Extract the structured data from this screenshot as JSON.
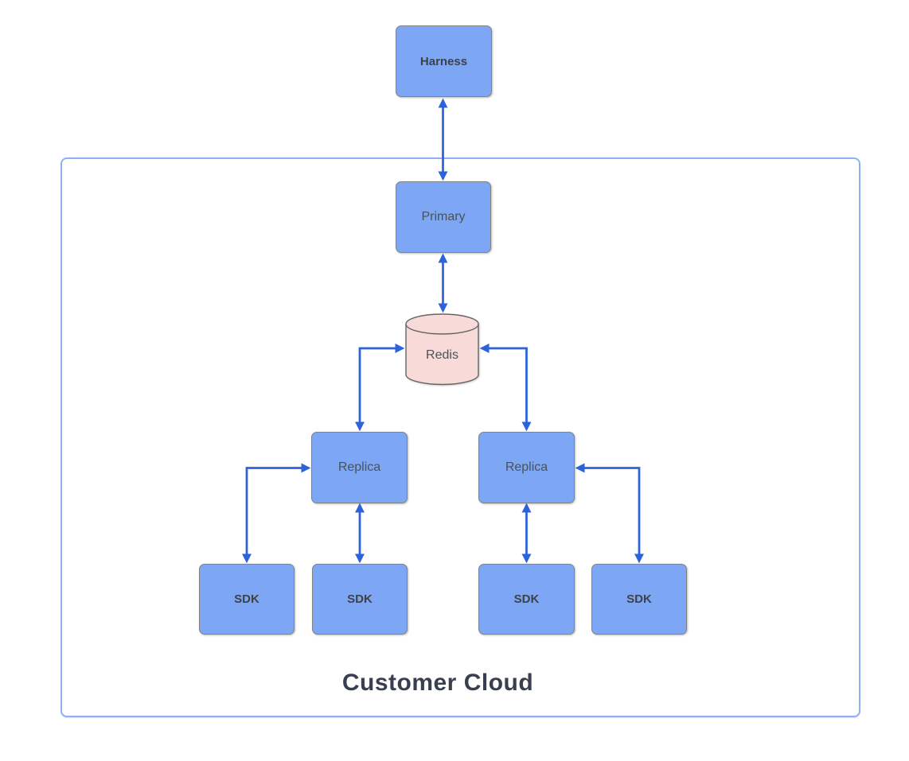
{
  "diagram": {
    "container_label": "Customer Cloud",
    "nodes": {
      "harness": {
        "label": "Harness",
        "shape": "rect",
        "emphasis": "bold"
      },
      "primary": {
        "label": "Primary",
        "shape": "rect",
        "emphasis": "regular"
      },
      "redis": {
        "label": "Redis",
        "shape": "cylinder",
        "emphasis": "regular"
      },
      "replica_left": {
        "label": "Replica",
        "shape": "rect",
        "emphasis": "regular"
      },
      "replica_right": {
        "label": "Replica",
        "shape": "rect",
        "emphasis": "regular"
      },
      "sdk_outer_left": {
        "label": "SDK",
        "shape": "rect",
        "emphasis": "bold"
      },
      "sdk_inner_left": {
        "label": "SDK",
        "shape": "rect",
        "emphasis": "bold"
      },
      "sdk_inner_right": {
        "label": "SDK",
        "shape": "rect",
        "emphasis": "bold"
      },
      "sdk_outer_right": {
        "label": "SDK",
        "shape": "rect",
        "emphasis": "bold"
      }
    },
    "edges": [
      {
        "from": "harness",
        "to": "primary",
        "style": "bidirectional",
        "routing": "straight"
      },
      {
        "from": "primary",
        "to": "redis",
        "style": "bidirectional",
        "routing": "straight"
      },
      {
        "from": "redis",
        "to": "replica_left",
        "style": "bidirectional",
        "routing": "elbow"
      },
      {
        "from": "redis",
        "to": "replica_right",
        "style": "bidirectional",
        "routing": "elbow"
      },
      {
        "from": "replica_left",
        "to": "sdk_outer_left",
        "style": "bidirectional",
        "routing": "elbow"
      },
      {
        "from": "replica_left",
        "to": "sdk_inner_left",
        "style": "bidirectional",
        "routing": "straight"
      },
      {
        "from": "replica_right",
        "to": "sdk_inner_right",
        "style": "bidirectional",
        "routing": "straight"
      },
      {
        "from": "replica_right",
        "to": "sdk_outer_right",
        "style": "bidirectional",
        "routing": "elbow"
      }
    ]
  },
  "colors": {
    "node_fill": "#7da7f4",
    "node_border": "#828282",
    "cylinder_fill": "#f8dbd8",
    "cylinder_border": "#666666",
    "arrow": "#2c63dd",
    "container_border": "#8fb1f2",
    "label_regular": "#4d5055",
    "label_bold": "#3e4247",
    "container_label": "#383f4e",
    "bg": "#ffffff"
  }
}
